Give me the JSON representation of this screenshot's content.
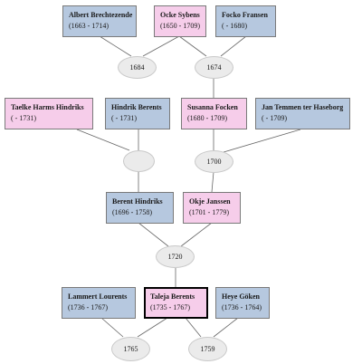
{
  "people": {
    "albert": {
      "name": "Albert Brechtezende",
      "dates": "(1663 - 1714)",
      "sex": "male"
    },
    "ocke": {
      "name": "Ocke Sybens",
      "dates": "(1650 - 1709)",
      "sex": "female"
    },
    "focko": {
      "name": "Focko Fransen",
      "dates": "( - 1680)",
      "sex": "male"
    },
    "taelke": {
      "name": "Taelke Harms Hindriks",
      "dates": "( - 1731)",
      "sex": "female"
    },
    "hindrik": {
      "name": "Hindrik Berents",
      "dates": "( - 1731)",
      "sex": "male"
    },
    "susanna": {
      "name": "Susanna Focken",
      "dates": "(1680 - 1709)",
      "sex": "female"
    },
    "jan": {
      "name": "Jan Temmen ter Haseborg",
      "dates": "( - 1709)",
      "sex": "male"
    },
    "berent": {
      "name": "Berent Hindriks",
      "dates": "(1696 - 1758)",
      "sex": "male"
    },
    "okje": {
      "name": "Okje Janssen",
      "dates": "(1701 - 1779)",
      "sex": "female"
    },
    "lammert": {
      "name": "Lammert Lourents",
      "dates": "(1736 - 1767)",
      "sex": "male"
    },
    "taleja": {
      "name": "Taleja Berents",
      "dates": "(1735 - 1767)",
      "sex": "female",
      "selected": true
    },
    "heye": {
      "name": "Heye Göken",
      "dates": "(1736 - 1764)",
      "sex": "male"
    }
  },
  "unions": {
    "u1684": {
      "label": "1684"
    },
    "u1674": {
      "label": "1674"
    },
    "uhb": {
      "label": ""
    },
    "u1700": {
      "label": "1700"
    },
    "u1720": {
      "label": "1720"
    },
    "u1765": {
      "label": "1765"
    },
    "u1759": {
      "label": "1759"
    }
  },
  "colors": {
    "male": "#b6c8df",
    "female": "#f6cdea",
    "union": "#ebebeb",
    "edge": "#666666"
  }
}
